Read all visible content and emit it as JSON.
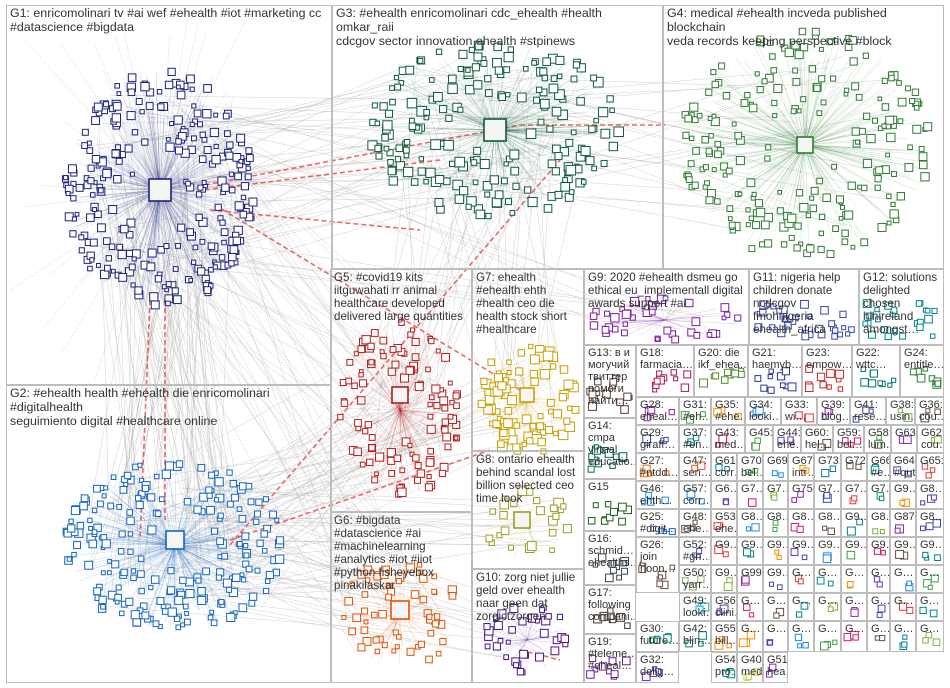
{
  "groups": [
    {
      "id": "G1",
      "label": "G1: enricomolinari tv #ai wef #ehealth #iot #marketing cc\n#datascience #bigdata",
      "color": "#1a237e"
    },
    {
      "id": "G2",
      "label": "G2: #ehealth health #ehealth die enricomolinari #digitalhealth\nseguimiento digital #healthcare online",
      "color": "#1565c0"
    },
    {
      "id": "G3",
      "label": "G3: #ehealth enricomolinari cdc_ehealth #health omkar_raii\ncdcgov sector innovation ehealth #stpinews",
      "color": "#0d5c3a"
    },
    {
      "id": "G4",
      "label": "G4: medical #ehealth incveda published blockchain\nveda records keeping perspective #block",
      "color": "#2e7d32"
    },
    {
      "id": "G5",
      "label": "G5: #covid19 kits\niitguwahati rr animal\nhealthcare developed\ndelivered large quantities",
      "color": "#b71c1c"
    },
    {
      "id": "G6",
      "label": "G6: #bigdata\n#datascience #ai\n#machinelearning\n#analytics #iot #iiot\n#python fisheyebox\npinakilaskar",
      "color": "#e65100"
    },
    {
      "id": "G7",
      "label": "G7: ehealth\n#ehealth ehth\n#health ceo die\nhealth stock short\n#healthcare",
      "color": "#c8a000"
    },
    {
      "id": "G8",
      "label": "G8: ontario ehealth\nbehind scandal lost\nbillion selected ceo\ntime look",
      "color": "#9e9d24"
    },
    {
      "id": "G9",
      "label": "G9: 2020 #ehealth dsmeu go\nethical eu_implementall digital\nawards support #ai",
      "color": "#7b1fa2"
    },
    {
      "id": "G10",
      "label": "G10: zorg niet jullie\ngeld over ehealth\nnaar geen dat\nzorgictzorgen",
      "color": "#4a148c"
    },
    {
      "id": "G11",
      "label": "G11: nigeria help\nchildren donate\nncdcgov\nfmohnigeria\nehealth_africa",
      "color": "#3949ab"
    },
    {
      "id": "G12",
      "label": "G12: solutions\ndelighted\nchosen\nhihireland\namongst…",
      "color": "#00838f"
    },
    {
      "id": "G13",
      "label": "G13: в и\nмогучий\nтвиттер\nпомоги\nнайти…",
      "color": "#5d4037"
    },
    {
      "id": "G14",
      "label": "G14:\ncmpa\nvirtual\neducatio…",
      "color": "#00695c"
    },
    {
      "id": "G15",
      "label": "G15",
      "color": "#1b5e20"
    },
    {
      "id": "G16",
      "label": "G16:\nschmid…\nehealths…",
      "color": "#37474f"
    },
    {
      "id": "G17",
      "label": "G17:\nfollowing\ncompani…",
      "color": "#4e342e"
    },
    {
      "id": "G18",
      "label": "G18:\nfarmacia…",
      "color": "#ad1457"
    },
    {
      "id": "G19",
      "label": "G19:\n#teleme…\n#eheal…",
      "color": "#6a1b9a"
    },
    {
      "id": "G20",
      "label": "G20: die\nikf_ehea…",
      "color": "#558b2f"
    },
    {
      "id": "G21",
      "label": "G21:\nhaemyb…",
      "color": "#283593"
    },
    {
      "id": "G22",
      "label": "G22:\nwttc…",
      "color": "#00796b"
    },
    {
      "id": "G23",
      "label": "G23:\nempow…",
      "color": "#c62828"
    },
    {
      "id": "G24",
      "label": "G24:\nentitle…",
      "color": "#2e7d32"
    },
    {
      "id": "G25",
      "label": "G25:\n#digit…\n#ehe…",
      "color": "#1565c0"
    },
    {
      "id": "G26",
      "label": "G26:\njoin\nnoon…",
      "color": "#6d4c41"
    },
    {
      "id": "G27",
      "label": "G27:\n#ntdd…\neheal…",
      "color": "#ef6c00"
    },
    {
      "id": "G28",
      "label": "G28:\neheal…\n#rese…",
      "color": "#8e24aa"
    },
    {
      "id": "G29",
      "label": "G29:\ngiraff…\ndelig…",
      "color": "#3949ab"
    },
    {
      "id": "G30",
      "label": "G30:\nfuture…",
      "color": "#00897b"
    },
    {
      "id": "G31",
      "label": "G31:\n#eh…\n#he…",
      "color": "#43a047"
    },
    {
      "id": "G32",
      "label": "G32:\ndelig…",
      "color": "#5e35b1"
    },
    {
      "id": "G33",
      "label": "G33:\nwi…",
      "color": "#e53935"
    },
    {
      "id": "G34",
      "label": "G34:\nlooki…",
      "color": "#1e88e5"
    },
    {
      "id": "G35",
      "label": "G35:\n#ehe…",
      "color": "#fb8c00"
    },
    {
      "id": "G36",
      "label": "G36:\ncou…",
      "color": "#6d4c41"
    },
    {
      "id": "G37",
      "label": "G37:\n#en…",
      "color": "#00838f"
    },
    {
      "id": "G38",
      "label": "G38:\nusin…",
      "color": "#7cb342"
    },
    {
      "id": "G39",
      "label": "G39:\nblog…",
      "color": "#8e24aa"
    },
    {
      "id": "G40",
      "label": "G40:\nmed…",
      "color": "#c0ca33"
    },
    {
      "id": "G41",
      "label": "G41:\nrese…",
      "color": "#3949ab"
    },
    {
      "id": "G42",
      "label": "G42:\nblin…",
      "color": "#00897b"
    },
    {
      "id": "G43",
      "label": "G43:\nmed…",
      "color": "#d81b60"
    },
    {
      "id": "G44",
      "label": "G44:\nehe…",
      "color": "#5e35b1"
    },
    {
      "id": "G45",
      "label": "G45:",
      "color": "#43a047"
    },
    {
      "id": "G46",
      "label": "G46:\nehth…",
      "color": "#1e88e5"
    },
    {
      "id": "G47",
      "label": "G47:\nsen…",
      "color": "#f4511e"
    },
    {
      "id": "G48",
      "label": "G48:\nehe…",
      "color": "#6d4c41"
    },
    {
      "id": "G49",
      "label": "G49:\nlooki…",
      "color": "#00acc1"
    },
    {
      "id": "G50",
      "label": "G50:\nyarr…",
      "color": "#7cb342"
    },
    {
      "id": "G51",
      "label": "G51:\nhea…",
      "color": "#8e24aa"
    },
    {
      "id": "G52",
      "label": "G52:\n#gn…",
      "color": "#3949ab"
    },
    {
      "id": "G53",
      "label": "G53:\nehe…",
      "color": "#e53935"
    },
    {
      "id": "G54",
      "label": "G54:\npro…",
      "color": "#00897b"
    },
    {
      "id": "G55",
      "label": "G55:\nbill…",
      "color": "#fb8c00"
    },
    {
      "id": "G56",
      "label": "G56:\nclini…",
      "color": "#5e35b1"
    },
    {
      "id": "G57",
      "label": "G57:\ncorr…",
      "color": "#1e88e5"
    },
    {
      "id": "G58",
      "label": "G58:\nlum…",
      "color": "#43a047"
    },
    {
      "id": "G59",
      "label": "G59:\nbel…",
      "color": "#d81b60"
    },
    {
      "id": "G60",
      "label": "G60:\nhel…",
      "color": "#6d4c41"
    },
    {
      "id": "G61",
      "label": "G61:\ncorr…",
      "color": "#00838f"
    },
    {
      "id": "G62",
      "label": "G62:\ncou…",
      "color": "#7cb342"
    },
    {
      "id": "G63",
      "label": "G63:",
      "color": "#8e24aa"
    },
    {
      "id": "G64",
      "label": "G64:\n#qut",
      "color": "#3949ab"
    },
    {
      "id": "G65",
      "label": "G65:",
      "color": "#e53935"
    },
    {
      "id": "G66",
      "label": "G66:\n#e…",
      "color": "#00897b"
    },
    {
      "id": "G67",
      "label": "G67:\nintr…",
      "color": "#fb8c00"
    },
    {
      "id": "G68",
      "label": "G6…",
      "color": "#5e35b1"
    },
    {
      "id": "G69",
      "label": "G69:",
      "color": "#1e88e5"
    },
    {
      "id": "G70",
      "label": "G70:\nbel…",
      "color": "#43a047"
    },
    {
      "id": "G71",
      "label": "G7…",
      "color": "#d81b60"
    },
    {
      "id": "G72",
      "label": "G72:",
      "color": "#6d4c41"
    },
    {
      "id": "G73",
      "label": "G73:",
      "color": "#00838f"
    },
    {
      "id": "G74",
      "label": "G7…",
      "color": "#7cb342"
    },
    {
      "id": "G75",
      "label": "G75",
      "color": "#8e24aa"
    },
    {
      "id": "G76",
      "label": "G7…",
      "color": "#3949ab"
    },
    {
      "id": "G77",
      "label": "G7…",
      "color": "#e53935"
    },
    {
      "id": "G78",
      "label": "G7…",
      "color": "#00897b"
    },
    {
      "id": "G79",
      "label": "G9…",
      "color": "#fb8c00"
    },
    {
      "id": "G80",
      "label": "G8…",
      "color": "#5e35b1"
    },
    {
      "id": "G81",
      "label": "G8…",
      "color": "#1e88e5"
    },
    {
      "id": "G82",
      "label": "G8…",
      "color": "#43a047"
    },
    {
      "id": "G83",
      "label": "G8…",
      "color": "#d81b60"
    },
    {
      "id": "G84",
      "label": "G8…",
      "color": "#6d4c41"
    },
    {
      "id": "G85",
      "label": "G9…",
      "color": "#00838f"
    },
    {
      "id": "G86",
      "label": "G8…",
      "color": "#7cb342"
    },
    {
      "id": "G87",
      "label": "G87",
      "color": "#8e24aa"
    },
    {
      "id": "G88",
      "label": "G8…",
      "color": "#3949ab"
    },
    {
      "id": "G89",
      "label": "G9…",
      "color": "#e53935"
    },
    {
      "id": "G90",
      "label": "G9…",
      "color": "#00897b"
    },
    {
      "id": "G91",
      "label": "G9…",
      "color": "#fb8c00"
    },
    {
      "id": "G92",
      "label": "G9…",
      "color": "#5e35b1"
    },
    {
      "id": "G93",
      "label": "G9…",
      "color": "#1e88e5"
    },
    {
      "id": "G94",
      "label": "G9…",
      "color": "#43a047"
    },
    {
      "id": "G95",
      "label": "G9…",
      "color": "#d81b60"
    },
    {
      "id": "G96",
      "label": "G9…",
      "color": "#6d4c41"
    },
    {
      "id": "G97",
      "label": "G9…",
      "color": "#00838f"
    },
    {
      "id": "G98",
      "label": "G9…",
      "color": "#7cb342"
    },
    {
      "id": "G99",
      "label": "G99",
      "color": "#8e24aa"
    },
    {
      "id": "G100",
      "label": "G9…",
      "color": "#3949ab"
    },
    {
      "id": "G101",
      "label": "G…",
      "color": "#e53935"
    },
    {
      "id": "G102",
      "label": "G…",
      "color": "#00897b"
    },
    {
      "id": "G103",
      "label": "G…",
      "color": "#fb8c00"
    },
    {
      "id": "G104",
      "label": "G…",
      "color": "#5e35b1"
    },
    {
      "id": "G105",
      "label": "G…",
      "color": "#1e88e5"
    },
    {
      "id": "G106",
      "label": "G…",
      "color": "#43a047"
    },
    {
      "id": "G107",
      "label": "G…",
      "color": "#d81b60"
    },
    {
      "id": "G108",
      "label": "G…",
      "color": "#6d4c41"
    },
    {
      "id": "G109",
      "label": "G…",
      "color": "#00838f"
    },
    {
      "id": "G110",
      "label": "G…",
      "color": "#7cb342"
    },
    {
      "id": "G111",
      "label": "G…",
      "color": "#8e24aa"
    },
    {
      "id": "G112",
      "label": "G…",
      "color": "#3949ab"
    },
    {
      "id": "G113",
      "label": "G…",
      "color": "#e53935"
    },
    {
      "id": "G114",
      "label": "G…",
      "color": "#00897b"
    },
    {
      "id": "G115",
      "label": "G…",
      "color": "#fb8c00"
    },
    {
      "id": "G116",
      "label": "G…",
      "color": "#5e35b1"
    },
    {
      "id": "G117",
      "label": "G…",
      "color": "#1e88e5"
    },
    {
      "id": "G118",
      "label": "G…",
      "color": "#43a047"
    },
    {
      "id": "G119",
      "label": "G…",
      "color": "#d81b60"
    },
    {
      "id": "G120",
      "label": "G…",
      "color": "#6d4c41"
    },
    {
      "id": "G121",
      "label": "G…",
      "color": "#00838f"
    },
    {
      "id": "G122",
      "label": "G…",
      "color": "#7cb342"
    }
  ],
  "colors": {
    "edge_gray": "#9e9e9e",
    "edge_red": "#e53935",
    "box_border": "#bdbdbd",
    "label_text": "#333333"
  }
}
